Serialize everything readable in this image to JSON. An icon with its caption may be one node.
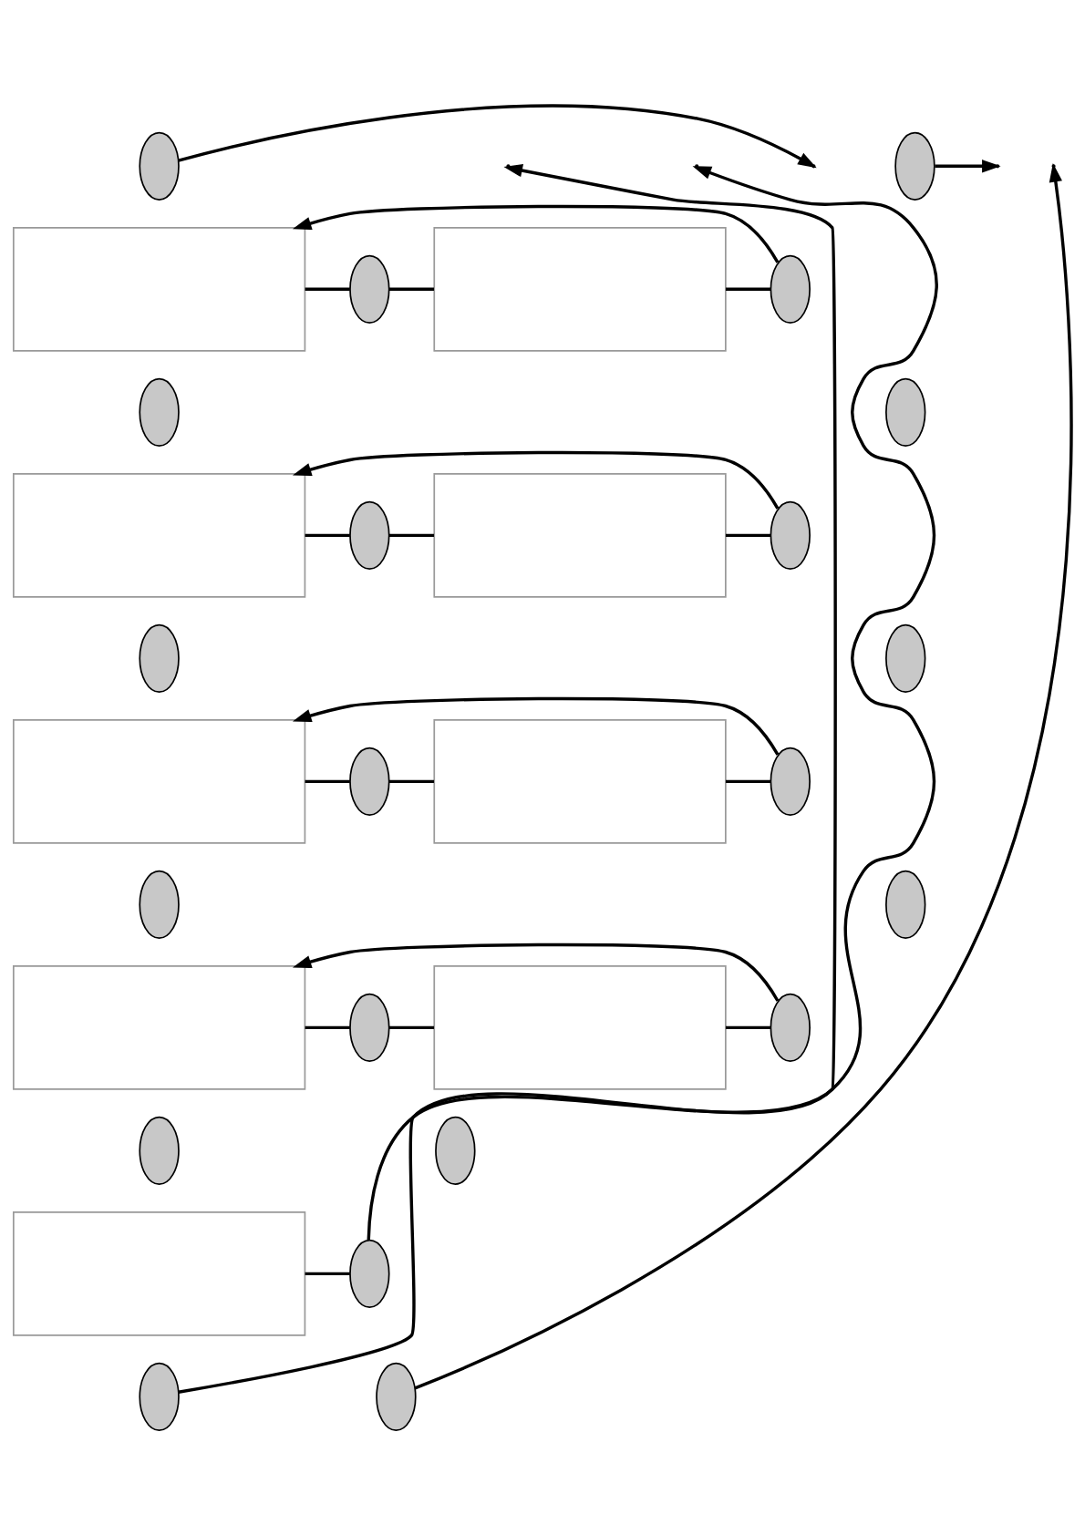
{
  "diagram": {
    "nodes": [
      {
        "text": [],
        "shape": "ellipse"
      },
      {
        "text": [],
        "shape": "ellipse"
      },
      {
        "text": [],
        "shape": "box"
      },
      {
        "text": [],
        "shape": "ellipse"
      },
      {
        "text": [],
        "shape": "box"
      },
      {
        "text": [],
        "shape": "ellipse"
      },
      {
        "text": [],
        "shape": "ellipse"
      },
      {
        "text": [],
        "shape": "ellipse"
      },
      {
        "text": [],
        "shape": "box"
      },
      {
        "text": [],
        "shape": "ellipse"
      },
      {
        "text": [],
        "shape": "box"
      },
      {
        "text": [],
        "shape": "ellipse"
      },
      {
        "text": [],
        "shape": "ellipse"
      },
      {
        "text": [],
        "shape": "ellipse"
      },
      {
        "text": [],
        "shape": "box"
      },
      {
        "text": [],
        "shape": "ellipse"
      },
      {
        "text": [],
        "shape": "box"
      },
      {
        "text": [],
        "shape": "ellipse"
      },
      {
        "text": [],
        "shape": "ellipse"
      },
      {
        "text": [],
        "shape": "ellipse"
      },
      {
        "text": [],
        "shape": "box"
      },
      {
        "text": [],
        "shape": "ellipse"
      },
      {
        "text": [],
        "shape": "box"
      },
      {
        "text": [],
        "shape": "ellipse"
      },
      {
        "text": [],
        "shape": "ellipse"
      },
      {
        "text": [],
        "shape": "ellipse"
      },
      {
        "text": [],
        "shape": "box"
      },
      {
        "text": [],
        "shape": "ellipse"
      },
      {
        "text": [],
        "shape": "ellipse"
      },
      {
        "text": [],
        "shape": "ellipse"
      }
    ],
    "edges": [
      {
        "from": 0,
        "to": null,
        "arrow": "to"
      },
      {
        "from": 1,
        "to": null,
        "arrow": "to"
      },
      {
        "from": 2,
        "to": 3,
        "arrow": "none"
      },
      {
        "from": 3,
        "to": 4,
        "arrow": "none"
      },
      {
        "from": 4,
        "to": 5,
        "arrow": "none"
      },
      {
        "from": 5,
        "to": 2,
        "arrow": "to"
      },
      {
        "from": 8,
        "to": 9,
        "arrow": "none"
      },
      {
        "from": 9,
        "to": 10,
        "arrow": "none"
      },
      {
        "from": 10,
        "to": 11,
        "arrow": "none"
      },
      {
        "from": 11,
        "to": 8,
        "arrow": "to"
      },
      {
        "from": 14,
        "to": 15,
        "arrow": "none"
      },
      {
        "from": 15,
        "to": 16,
        "arrow": "none"
      },
      {
        "from": 16,
        "to": 17,
        "arrow": "none"
      },
      {
        "from": 17,
        "to": 14,
        "arrow": "to"
      },
      {
        "from": 20,
        "to": 21,
        "arrow": "none"
      },
      {
        "from": 21,
        "to": 22,
        "arrow": "none"
      },
      {
        "from": 22,
        "to": 23,
        "arrow": "none"
      },
      {
        "from": 23,
        "to": 20,
        "arrow": "to"
      },
      {
        "from": 26,
        "to": 27,
        "arrow": "none"
      },
      {
        "from": 27,
        "to": null,
        "arrow": "to"
      },
      {
        "from": 28,
        "to": null,
        "arrow": "to"
      },
      {
        "from": 29,
        "to": null,
        "arrow": "to"
      }
    ]
  }
}
